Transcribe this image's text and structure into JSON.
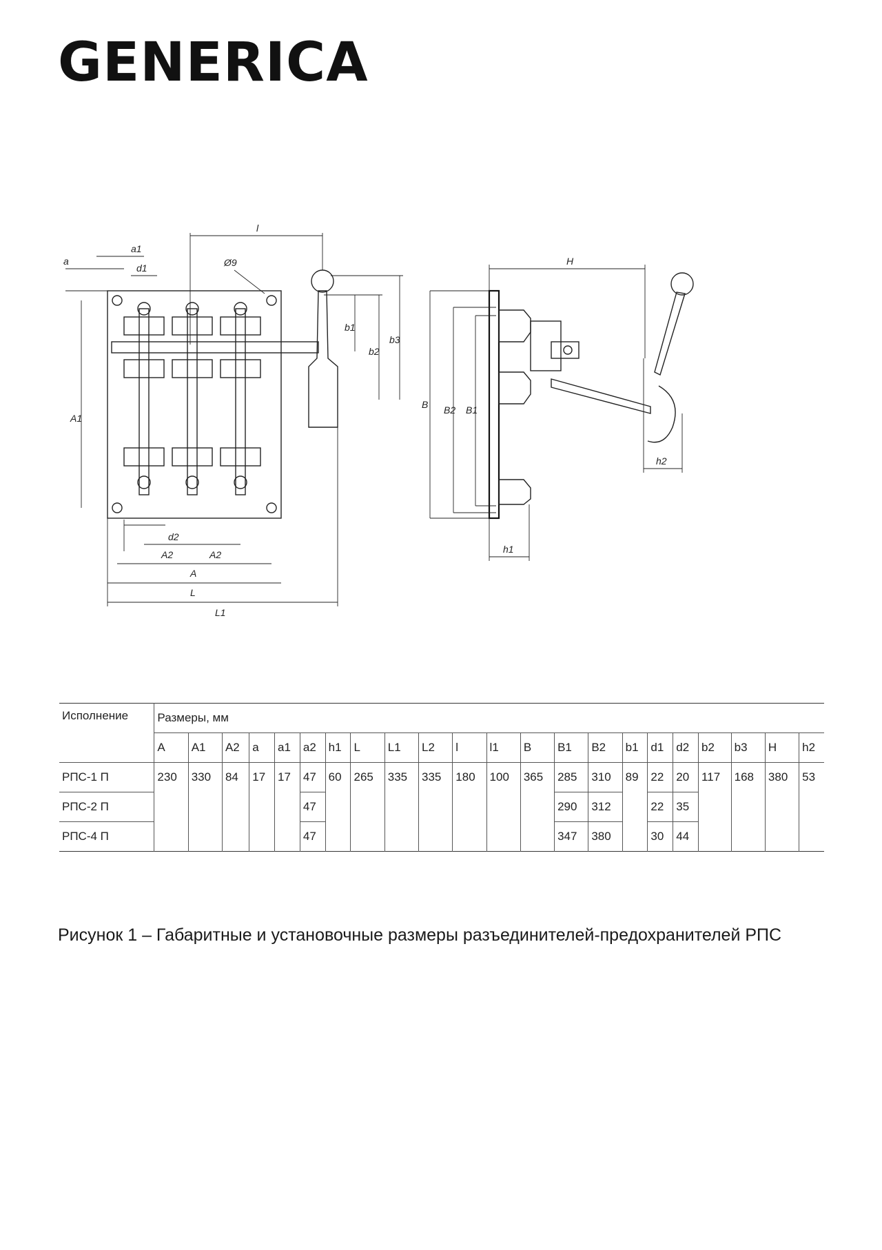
{
  "brand": {
    "logo": "GENERICA"
  },
  "drawing": {
    "labels": {
      "l": "l",
      "a1": "a1",
      "a": "a",
      "d1": "d1",
      "dia9": "Ø9",
      "b1": "b1",
      "b2": "b2",
      "b3": "b3",
      "A1": "A1",
      "d2": "d2",
      "A2": "A2",
      "A": "A",
      "L": "L",
      "L1": "L1",
      "H": "H",
      "B": "B",
      "B2": "B2",
      "B1": "B1",
      "h1": "h1",
      "h2": "h2"
    }
  },
  "table": {
    "header_variant": "Исполнение",
    "header_sizes": "Размеры, мм",
    "columns": [
      "A",
      "A1",
      "A2",
      "a",
      "a1",
      "a2",
      "h1",
      "L",
      "L1",
      "L2",
      "l",
      "l1",
      "B",
      "B1",
      "B2",
      "b1",
      "d1",
      "d2",
      "b2",
      "b3",
      "H",
      "h2"
    ],
    "rows": [
      {
        "name": "РПС-1 П",
        "A": "230",
        "A1": "330",
        "A2": "84",
        "a": "17",
        "a1": "17",
        "a2": "47",
        "h1": "60",
        "L": "265",
        "L1": "335",
        "L2": "335",
        "l": "180",
        "l1": "100",
        "B": "365",
        "B1": "285",
        "B2": "310",
        "b1": "89",
        "d1": "22",
        "d2": "20",
        "b2": "117",
        "b3": "168",
        "H": "380",
        "h2": "53"
      },
      {
        "name": "РПС-2 П",
        "a2": "47",
        "B1": "290",
        "B2": "312",
        "d1": "22",
        "d2": "35"
      },
      {
        "name": "РПС-4 П",
        "a2": "47",
        "B1": "347",
        "B2": "380",
        "d1": "30",
        "d2": "44"
      }
    ]
  },
  "caption": "Рисунок 1 – Габаритные и установочные размеры разъединителей-предохранителей РПС"
}
